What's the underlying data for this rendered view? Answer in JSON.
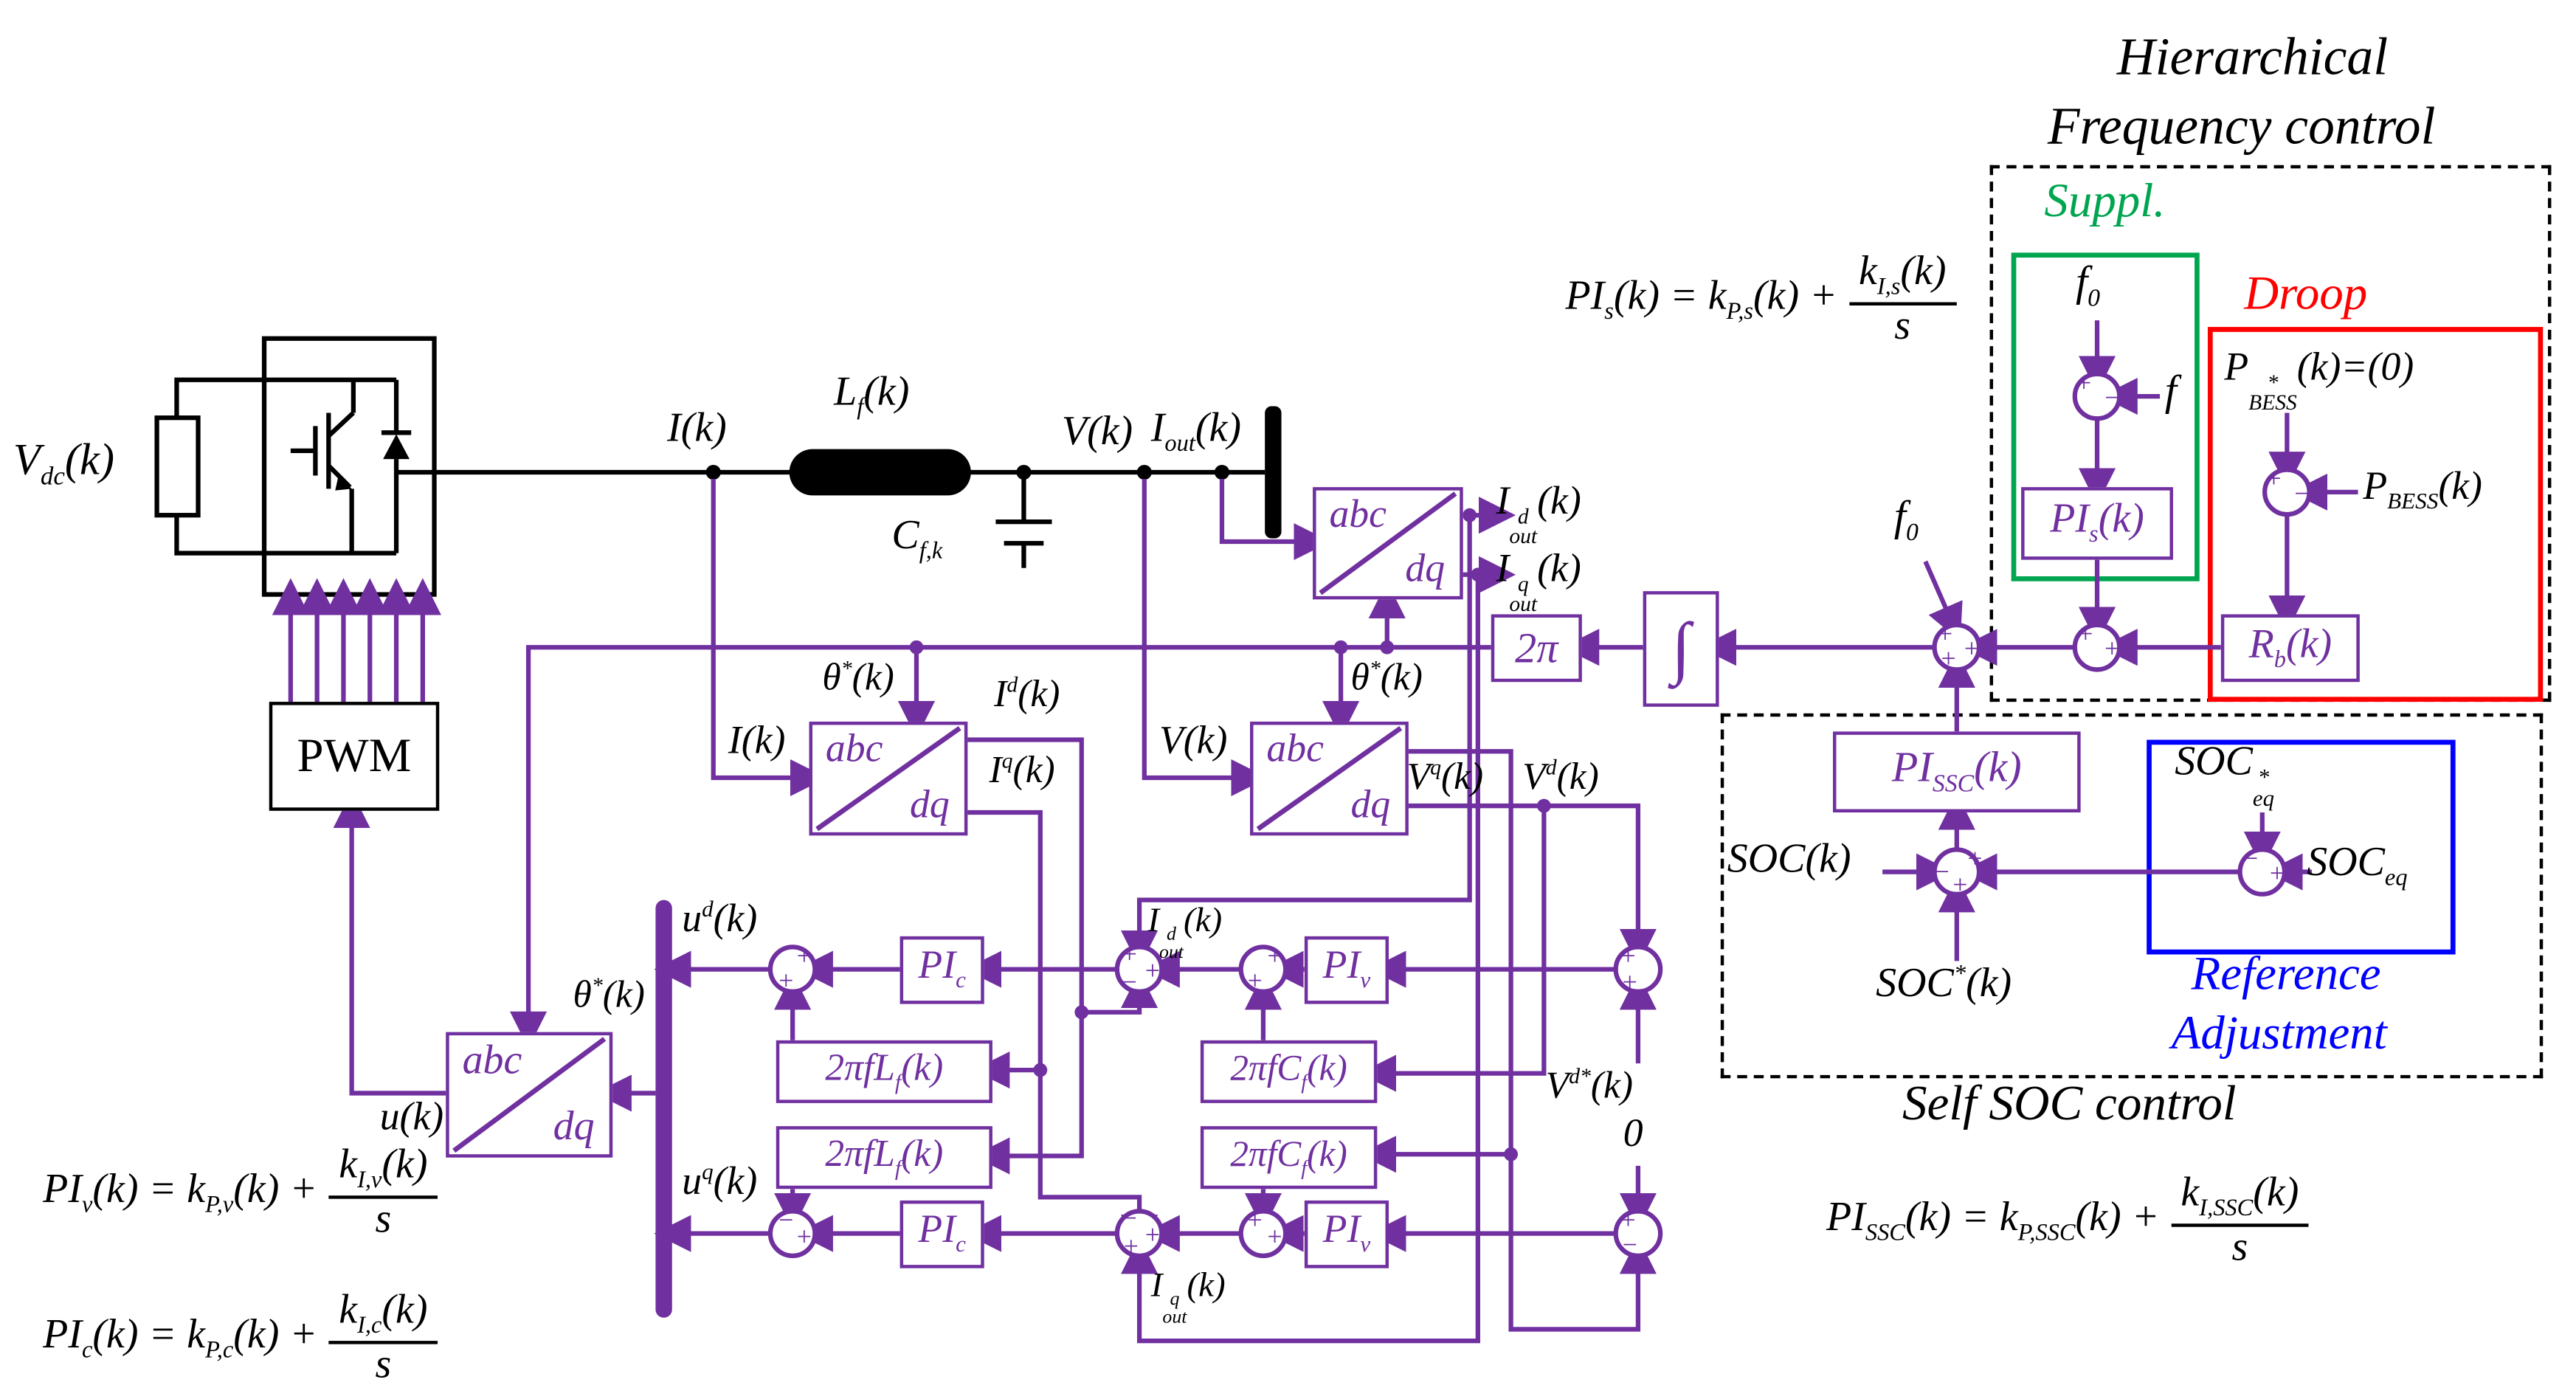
{
  "colors": {
    "purple": "#7030A0",
    "green": "#00A550",
    "red": "#FF0000",
    "blue": "#0000FF",
    "black": "#000000"
  },
  "titles": {
    "hierarchical": [
      {
        "t": "Hierarchical"
      }
    ],
    "frequency_control": [
      {
        "t": "Frequency control"
      }
    ],
    "suppl": [
      {
        "t": "Suppl."
      }
    ],
    "droop": [
      {
        "t": "Droop"
      }
    ],
    "reference": [
      {
        "t": "Reference"
      }
    ],
    "adjustment": [
      {
        "t": "Adjustment"
      }
    ],
    "self_soc": [
      {
        "t": "Self SOC control"
      }
    ]
  },
  "labels": {
    "f0_supp": [
      {
        "t": "f"
      },
      {
        "t": "0",
        "s": "sub"
      }
    ],
    "f_supp": [
      {
        "t": "f"
      }
    ],
    "p_star_bess": [
      {
        "t": "P"
      },
      {
        "s": "ss",
        "sup": "*",
        "sub": "BESS"
      },
      {
        "t": "(k)=(0)"
      }
    ],
    "p_bess": [
      {
        "t": "P"
      },
      {
        "t": "BESS",
        "s": "sub"
      },
      {
        "t": "(k)"
      }
    ],
    "f0_main": [
      {
        "t": "f"
      },
      {
        "t": "0",
        "s": "sub"
      }
    ],
    "v_dc": [
      {
        "t": "V"
      },
      {
        "t": "dc",
        "s": "sub"
      },
      {
        "t": "(k)"
      }
    ],
    "i_k_top": [
      {
        "t": "I(k)"
      }
    ],
    "l_f": [
      {
        "t": "L"
      },
      {
        "t": "f",
        "s": "sub"
      },
      {
        "t": "(k)"
      }
    ],
    "c_fk": [
      {
        "t": "C"
      },
      {
        "t": "f,k",
        "s": "sub"
      }
    ],
    "v_k_top": [
      {
        "t": "V(k)"
      }
    ],
    "i_out_top": [
      {
        "t": "I"
      },
      {
        "t": "out",
        "s": "sub"
      },
      {
        "t": "(k)"
      }
    ],
    "i_d_out": [
      {
        "t": "I"
      },
      {
        "s": "ss",
        "sup": "d",
        "sub": "out"
      },
      {
        "t": "(k)"
      }
    ],
    "i_q_out": [
      {
        "t": "I"
      },
      {
        "s": "ss",
        "sup": "q",
        "sub": "out"
      },
      {
        "t": "(k)"
      }
    ],
    "theta_star": [
      {
        "t": "θ"
      },
      {
        "t": "*",
        "s": "sup"
      },
      {
        "t": "(k)"
      }
    ],
    "i_d_k": [
      {
        "t": "I"
      },
      {
        "t": "d",
        "s": "sup"
      },
      {
        "t": "(k)"
      }
    ],
    "i_q_k": [
      {
        "t": "I"
      },
      {
        "t": "q",
        "s": "sup"
      },
      {
        "t": "(k)"
      }
    ],
    "i_k_mid": [
      {
        "t": "I(k)"
      }
    ],
    "v_k_mid": [
      {
        "t": "V(k)"
      }
    ],
    "v_q_k": [
      {
        "t": "V"
      },
      {
        "t": "q",
        "s": "sup"
      },
      {
        "t": "(k)"
      }
    ],
    "v_d_k": [
      {
        "t": "V"
      },
      {
        "t": "d",
        "s": "sup"
      },
      {
        "t": "(k)"
      }
    ],
    "u_d_k": [
      {
        "t": "u"
      },
      {
        "t": "d",
        "s": "sup"
      },
      {
        "t": "(k)"
      }
    ],
    "u_q_k": [
      {
        "t": "u"
      },
      {
        "t": "q",
        "s": "sup"
      },
      {
        "t": "(k)"
      }
    ],
    "u_k": [
      {
        "t": "u(k)"
      }
    ],
    "v_d_star": [
      {
        "t": "V"
      },
      {
        "t": "d*",
        "s": "sup"
      },
      {
        "t": "(k)"
      }
    ],
    "zero": [
      {
        "t": "0"
      }
    ],
    "soc_k": [
      {
        "t": "SOC(k)"
      }
    ],
    "soc_star_k": [
      {
        "t": "SOC"
      },
      {
        "t": "*",
        "s": "sup"
      },
      {
        "t": "(k)"
      }
    ],
    "soc_star_eq": [
      {
        "t": "SOC"
      },
      {
        "s": "ss",
        "sup": "*",
        "sub": "eq"
      }
    ],
    "soc_eq": [
      {
        "t": "SOC"
      },
      {
        "t": "eq",
        "s": "sub"
      }
    ]
  },
  "boxes": {
    "pi_s": [
      {
        "t": "PI"
      },
      {
        "t": "s",
        "s": "sub"
      },
      {
        "t": "(k)"
      }
    ],
    "r_b": [
      {
        "t": "R"
      },
      {
        "t": "b",
        "s": "sub"
      },
      {
        "t": "(k)"
      }
    ],
    "pi_ssc": [
      {
        "t": "PI"
      },
      {
        "t": "SSC",
        "s": "sub"
      },
      {
        "t": "(k)"
      }
    ],
    "integral": [
      {
        "t": "∫"
      }
    ],
    "two_pi": [
      {
        "t": "2π"
      }
    ],
    "pwm": [
      {
        "t": "PWM"
      }
    ],
    "pi_v": [
      {
        "t": "PI"
      },
      {
        "t": "v",
        "s": "sub"
      }
    ],
    "pi_c": [
      {
        "t": "PI"
      },
      {
        "t": "c",
        "s": "sub"
      }
    ],
    "lf_gain": [
      {
        "t": "2πfL"
      },
      {
        "t": "f",
        "s": "sub"
      },
      {
        "t": "(k)"
      }
    ],
    "cf_gain": [
      {
        "t": "2πfC"
      },
      {
        "t": "f",
        "s": "sub"
      },
      {
        "t": "(k)"
      }
    ],
    "abc": "abc",
    "dq": "dq"
  },
  "formulas": {
    "s": {
      "lhs": [
        {
          "t": "PI"
        },
        {
          "t": "s",
          "s": "sub"
        },
        {
          "t": "(k) = k"
        },
        {
          "t": "P,s",
          "s": "sub"
        },
        {
          "t": "(k) +"
        }
      ],
      "num": [
        {
          "t": "k"
        },
        {
          "t": "I,s",
          "s": "sub"
        },
        {
          "t": "(k)"
        }
      ],
      "den": "s"
    },
    "v": {
      "lhs": [
        {
          "t": "PI"
        },
        {
          "t": "v",
          "s": "sub"
        },
        {
          "t": "(k) = k"
        },
        {
          "t": "P,v",
          "s": "sub"
        },
        {
          "t": "(k) +"
        }
      ],
      "num": [
        {
          "t": "k"
        },
        {
          "t": "I,v",
          "s": "sub"
        },
        {
          "t": "(k)"
        }
      ],
      "den": "s"
    },
    "c": {
      "lhs": [
        {
          "t": "PI"
        },
        {
          "t": "c",
          "s": "sub"
        },
        {
          "t": "(k) = k"
        },
        {
          "t": "P,c",
          "s": "sub"
        },
        {
          "t": "(k) +"
        }
      ],
      "num": [
        {
          "t": "k"
        },
        {
          "t": "I,c",
          "s": "sub"
        },
        {
          "t": "(k)"
        }
      ],
      "den": "s"
    },
    "ssc": {
      "lhs": [
        {
          "t": "PI"
        },
        {
          "t": "SSC",
          "s": "sub"
        },
        {
          "t": "(k) = k"
        },
        {
          "t": "P,SSC",
          "s": "sub"
        },
        {
          "t": "(k) +"
        }
      ],
      "num": [
        {
          "t": "k"
        },
        {
          "t": "I,SSC",
          "s": "sub"
        },
        {
          "t": "(k)"
        }
      ],
      "den": "s"
    }
  },
  "signs": {
    "supp": [
      "+",
      "−"
    ],
    "droop": [
      "+",
      "−"
    ],
    "sd": [
      "+",
      "+"
    ],
    "sf": [
      "+",
      "+",
      "+"
    ],
    "ssoc": [
      "−",
      "+",
      "+"
    ],
    "refadj": [
      "−",
      "+"
    ],
    "s1a": [
      "+",
      "+"
    ],
    "s1b": [
      "+",
      "+",
      "−"
    ],
    "s1c": [
      "+",
      "+"
    ],
    "s1d": [
      "+",
      "+"
    ],
    "s2a": [
      "−",
      "+"
    ],
    "s2b": [
      "−",
      "+",
      "+"
    ],
    "s2c": [
      "+",
      "+"
    ],
    "s2d": [
      "+",
      "−"
    ]
  }
}
